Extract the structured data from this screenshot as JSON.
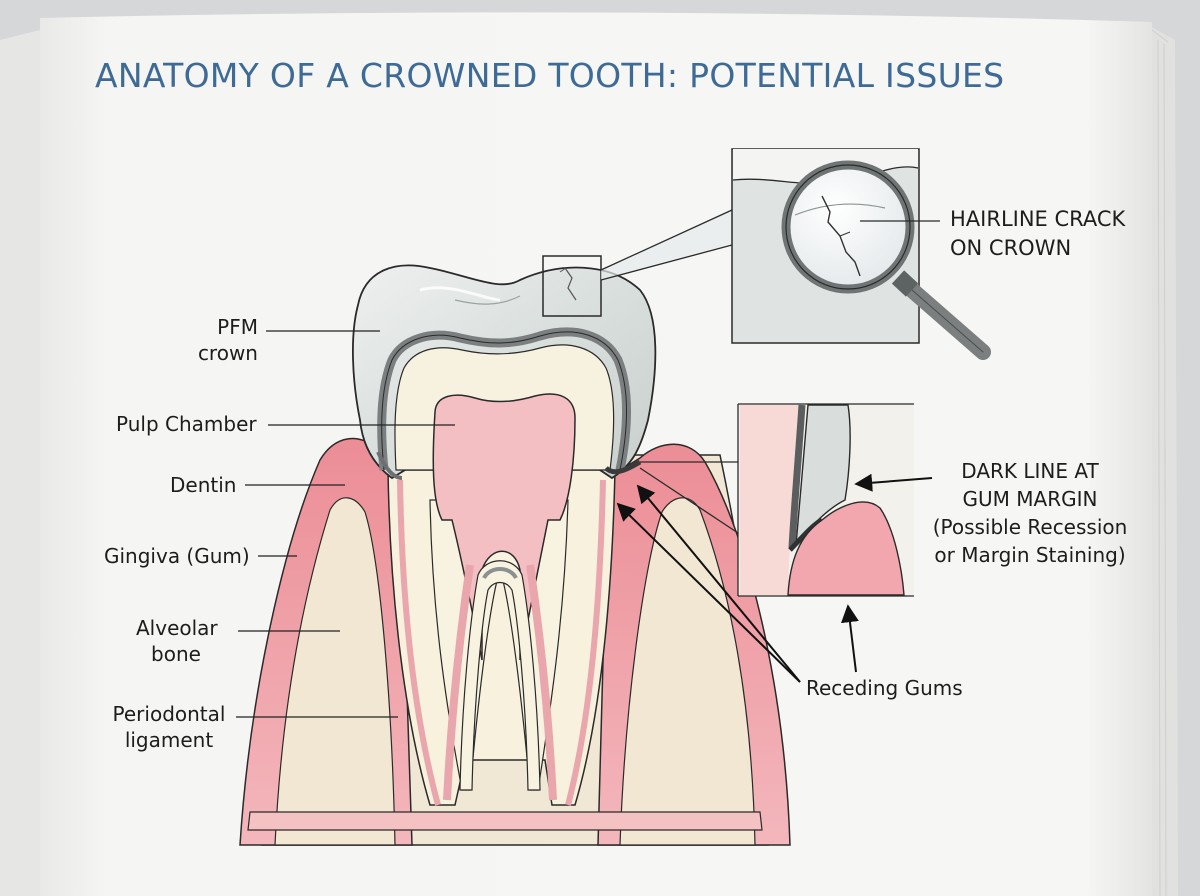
{
  "title": "ANATOMY OF A CROWNED TOOTH: POTENTIAL ISSUES",
  "labels": {
    "pfm_crown": [
      "PFM",
      "crown"
    ],
    "pulp_chamber": "Pulp Chamber",
    "dentin": "Dentin",
    "gingiva": "Gingiva (Gum)",
    "alveolar_bone": [
      "Alveolar",
      "bone"
    ],
    "periodontal_ligament": [
      "Periodontal",
      "ligament"
    ],
    "hairline_crack": [
      "HAIRLINE CRACK",
      "ON CROWN"
    ],
    "dark_line": [
      "DARK LINE AT",
      "GUM MARGIN",
      "(Possible Recession",
      "or Margin Staining)"
    ],
    "receding_gums": "Receding Gums"
  },
  "colors": {
    "title": "#3e6a96",
    "gum": "#ef9fa6",
    "pulp": "#f6c6c9",
    "dentin": "#f7f1df",
    "crown": "#dfe3e2",
    "bone": "#f1e8d5",
    "paper": "#f4f4f2"
  }
}
